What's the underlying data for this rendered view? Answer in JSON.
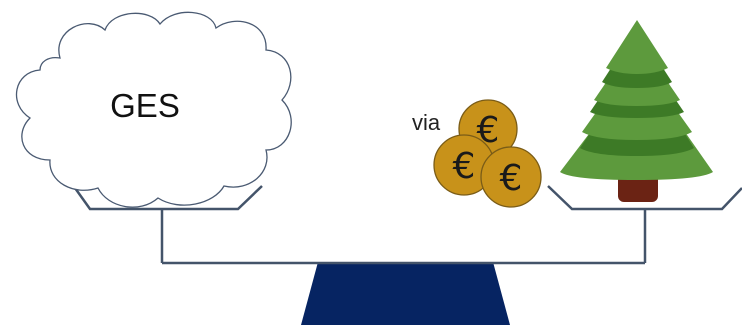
{
  "left_pan": {
    "label": "GES",
    "icon": "cloud-icon"
  },
  "right_pan": {
    "connector": "via",
    "coin_symbol": "€",
    "coin_count": 3,
    "icon": "tree-icon"
  },
  "colors": {
    "base": "#062462",
    "beam": "#44546a",
    "coin_fill": "#c8921a",
    "coin_stroke": "#7a5c17",
    "tree_light": "#5d9a3d",
    "tree_dark": "#3d7a26",
    "trunk": "#6b2314",
    "cloud_stroke": "#4a5a72"
  }
}
